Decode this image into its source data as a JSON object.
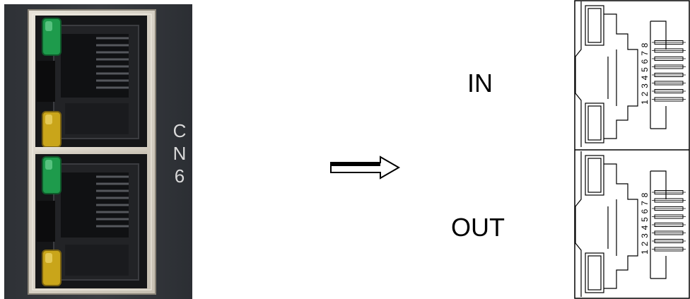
{
  "connector_photo": {
    "label_chars": [
      "C",
      "N",
      "6"
    ],
    "led_colors": {
      "link": "#1e9b4c",
      "activity": "#c9a51a"
    }
  },
  "labels": {
    "in": "IN",
    "out": "OUT"
  },
  "schematic": {
    "pin_numbers": [
      "8",
      "7",
      "6",
      "5",
      "4",
      "3",
      "2",
      "1"
    ]
  }
}
